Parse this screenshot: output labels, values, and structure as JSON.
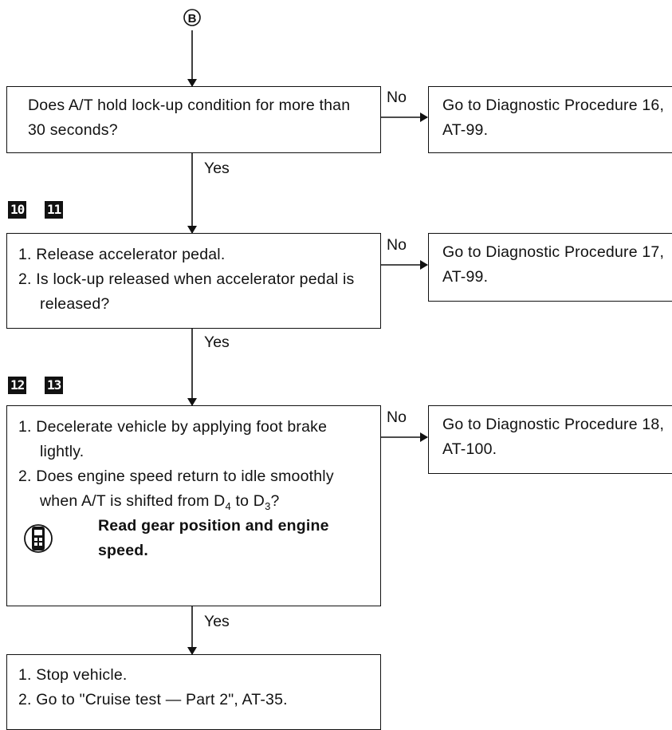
{
  "start_connector": {
    "label": "B"
  },
  "steps": [
    {
      "question": "Does A/T hold lock-up condition for more than 30 seconds?",
      "no_label": "No",
      "no_action": "Go to Diagnostic Procedure 16, AT-99.",
      "yes_label": "Yes"
    },
    {
      "badges": [
        "10",
        "11"
      ],
      "items": [
        "1. Release accelerator pedal.",
        "2. Is lock-up released when accelerator pedal is released?"
      ],
      "no_label": "No",
      "no_action": "Go to Diagnostic Procedure 17, AT-99.",
      "yes_label": "Yes"
    },
    {
      "badges": [
        "12",
        "13"
      ],
      "item1": "1. Decelerate vehicle by applying foot brake lightly.",
      "item2_prefix": "2. Does engine speed return to idle smoothly when A/T is shifted from D",
      "item2_sub1": "4",
      "item2_mid": " to D",
      "item2_sub2": "3",
      "item2_suffix": "?",
      "note": "Read gear position and engine speed.",
      "no_label": "No",
      "no_action": "Go to Diagnostic Procedure 18, AT-100.",
      "yes_label": "Yes"
    }
  ],
  "final_step": {
    "items": [
      "1. Stop vehicle.",
      "2. Go to \"Cruise test — Part 2\", AT-35."
    ]
  }
}
